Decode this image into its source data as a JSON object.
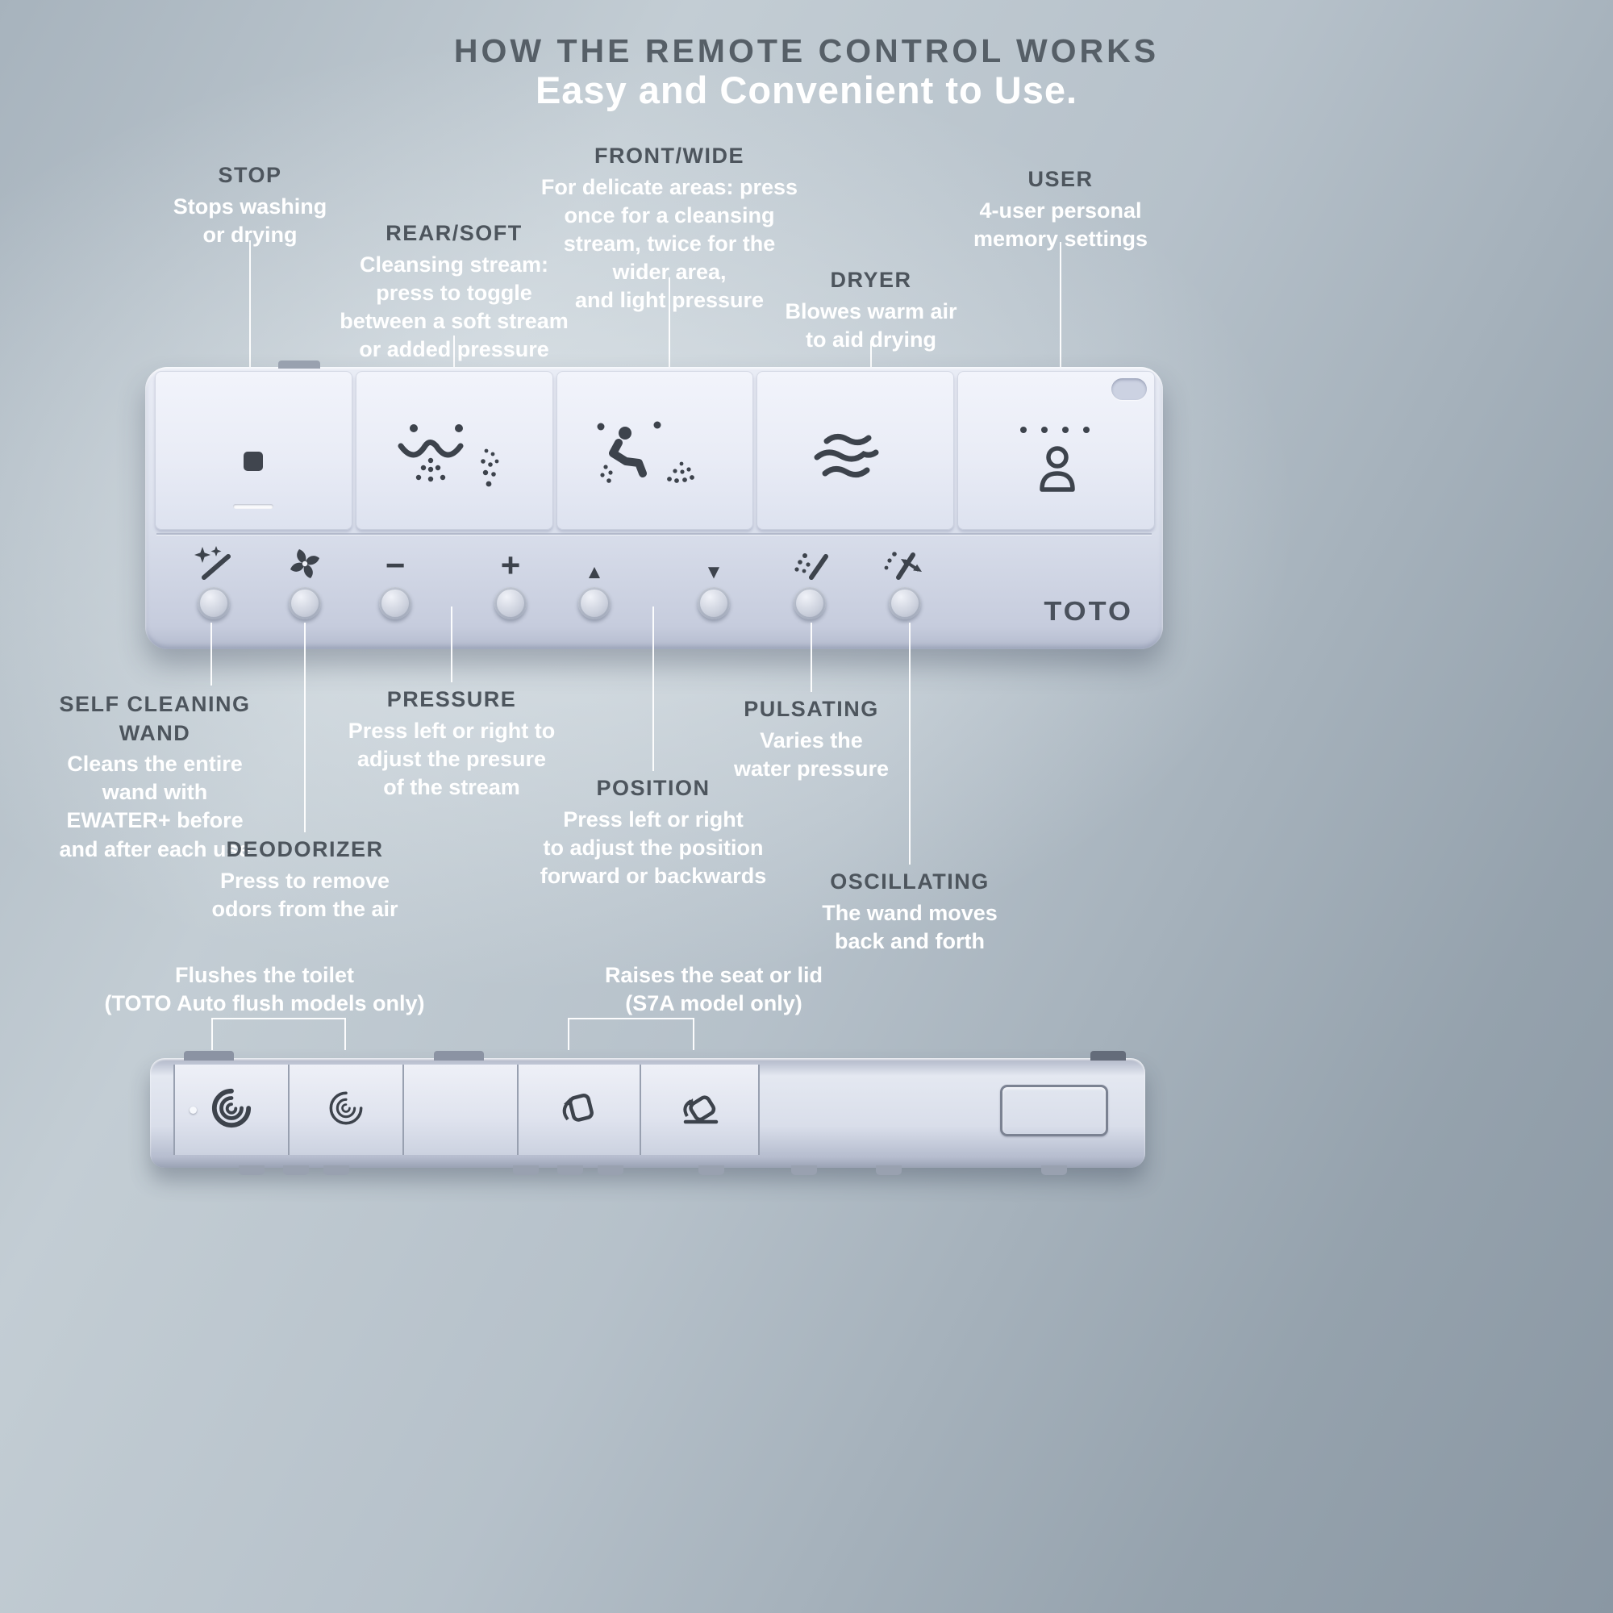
{
  "page": {
    "title": "HOW THE REMOTE CONTROL WORKS",
    "subtitle": "Easy and Convenient to Use."
  },
  "top_callouts": [
    {
      "title": "STOP",
      "body": "Stops washing\nor drying"
    },
    {
      "title": "REAR/SOFT",
      "body": "Cleansing stream:\npress to toggle\nbetween a soft stream\nor added pressure"
    },
    {
      "title": "FRONT/WIDE",
      "body": "For delicate areas: press\nonce for a cleansing\nstream,  twice for the\nwider area,\nand light pressure"
    },
    {
      "title": "DRYER",
      "body": "Blowes warm air\nto aid drying"
    },
    {
      "title": "USER",
      "body": "4-user personal\nmemory settings"
    }
  ],
  "bottom_callouts": [
    {
      "title": "SELF CLEANING\nWAND",
      "body": "Cleans the entire\nwand with\nEWATER+ before\nand after each use"
    },
    {
      "title": "DEODORIZER",
      "body": "Press to remove\nodors from the air"
    },
    {
      "title": "PRESSURE",
      "body": "Press left or right to\nadjust the presure\nof the stream"
    },
    {
      "title": "POSITION",
      "body": "Press left or right\nto adjust the position\nforward or backwards"
    },
    {
      "title": "PULSATING",
      "body": "Varies the\nwater pressure"
    },
    {
      "title": "OSCILLATING",
      "body": "The wand moves\nback and forth"
    }
  ],
  "side_callouts": [
    {
      "body": "Flushes the toilet\n(TOTO Auto flush models only)"
    },
    {
      "body": "Raises the seat or lid\n(S7A model only)"
    }
  ],
  "remote": {
    "brand": "TOTO",
    "glyphs": {
      "minus": "−",
      "plus": "+",
      "up": "▲",
      "down": "▼"
    },
    "big_buttons": [
      "stop",
      "rear-soft",
      "front-wide",
      "dryer",
      "user"
    ],
    "small_buttons": [
      "self-cleaning-wand",
      "deodorizer",
      "pressure-minus",
      "pressure-plus",
      "position-forward",
      "position-backward",
      "pulsating",
      "oscillating"
    ],
    "side_buttons": [
      "auto-flush-full",
      "auto-flush-light",
      "blank",
      "raise-seat",
      "raise-lid",
      "rect-button"
    ]
  },
  "colors": {
    "background_light": "#c3cdd4",
    "background_dark": "#8a97a3",
    "title_text": "#565f67",
    "callout_title": "#4d555d",
    "callout_body": "#ffffff",
    "pointer_line": "#ffffff",
    "remote_body": "#dde2ee",
    "button_face": "#eef0f8",
    "icon": "#3d434c"
  }
}
